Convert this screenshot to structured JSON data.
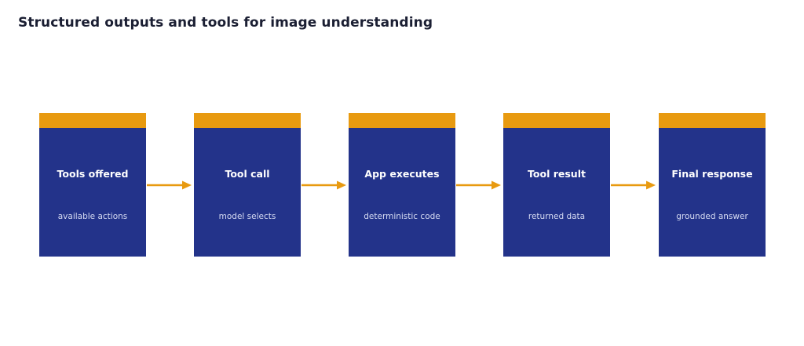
{
  "title": "Structured outputs and tools for image understanding",
  "colors": {
    "box": "#23338a",
    "accent": "#e89a10",
    "title_text": "#1b1f33",
    "box_title_text": "#ffffff",
    "box_sub_text": "#d6dbf2"
  },
  "steps": [
    {
      "title": "Tools offered",
      "subtitle": "available actions"
    },
    {
      "title": "Tool call",
      "subtitle": "model selects"
    },
    {
      "title": "App executes",
      "subtitle": "deterministic code"
    },
    {
      "title": "Tool result",
      "subtitle": "returned data"
    },
    {
      "title": "Final response",
      "subtitle": "grounded answer"
    }
  ],
  "connector_icon": "arrow-right-icon"
}
